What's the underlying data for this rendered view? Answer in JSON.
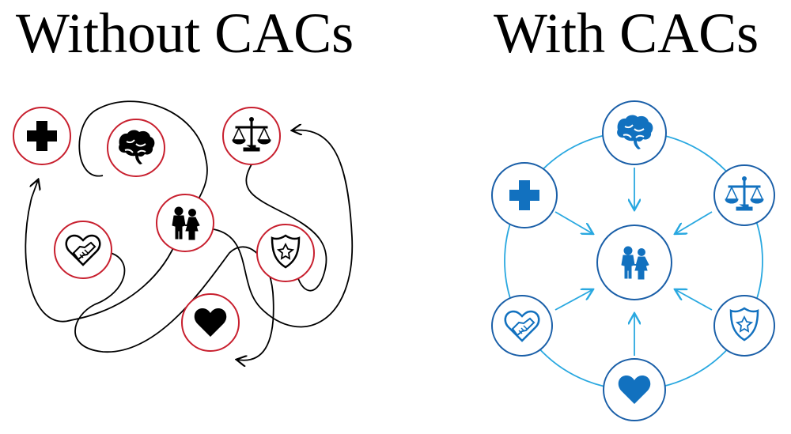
{
  "left_panel": {
    "title": "Without CACs",
    "nodes": [
      "medical-plus",
      "mental-health-brain",
      "justice-scales",
      "children",
      "advocacy-handshake",
      "police-badge",
      "heart"
    ],
    "accent_color": "#c8202f",
    "icon_color": "#000000"
  },
  "right_panel": {
    "title": "With CACs",
    "nodes": [
      "mental-health-brain",
      "medical-plus",
      "justice-scales",
      "advocacy-handshake",
      "police-badge",
      "heart"
    ],
    "center_node": "children",
    "border_color": "#1a5fa8",
    "icon_color": "#1271bf",
    "line_color": "#29a8e0"
  }
}
